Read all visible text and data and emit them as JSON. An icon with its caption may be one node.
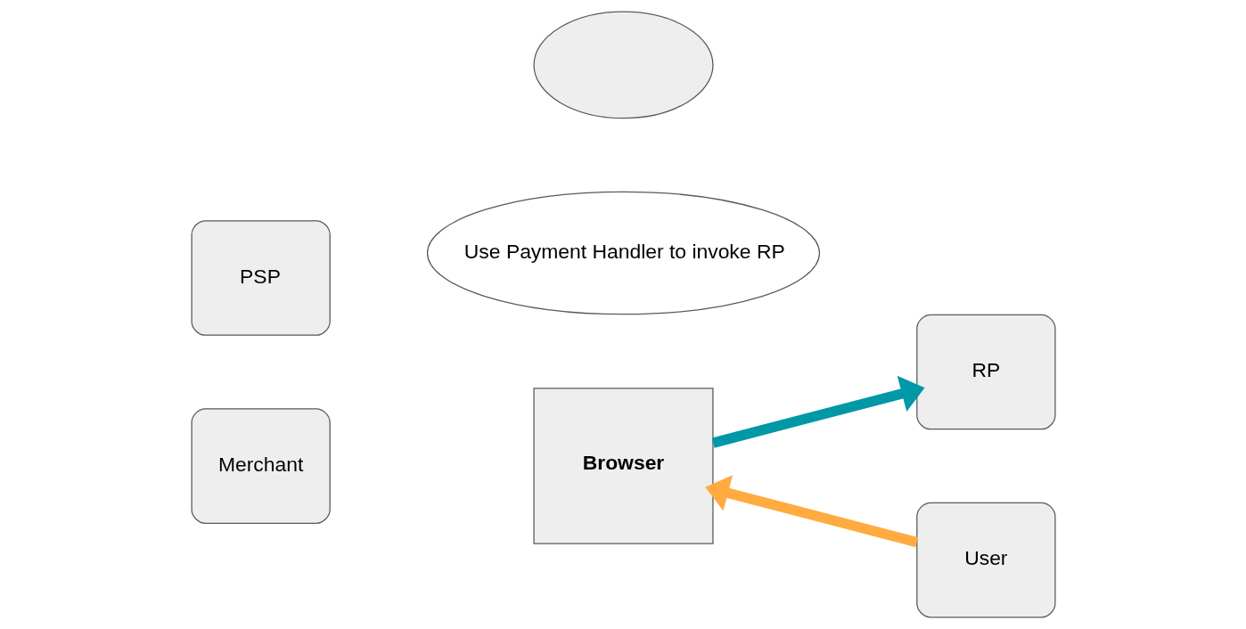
{
  "diagram": {
    "nodes": [
      {
        "text": [
          "PSP"
        ]
      },
      {
        "text": [],
        "shape": "cloud"
      },
      {
        "text": [
          "Use Payment Handler to invoke RP"
        ]
      },
      {
        "text": [
          "RP"
        ]
      },
      {
        "text": [
          "Merchant"
        ]
      },
      {
        "text": [
          "Browser"
        ]
      },
      {
        "text": [
          "User"
        ]
      }
    ],
    "edges": [
      {
        "from": 5,
        "to": 3,
        "arrow": "to",
        "color": "#0097a7"
      },
      {
        "from": 6,
        "to": 5,
        "arrow": "to",
        "color": "#ffab40"
      }
    ]
  }
}
